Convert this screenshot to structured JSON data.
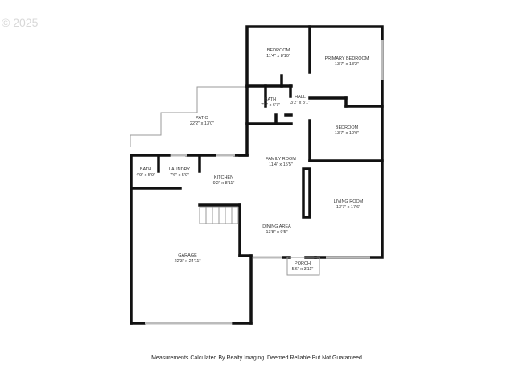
{
  "watermark": "© 2025",
  "rooms": [
    {
      "name": "BEDROOM",
      "size": "11'4\" x 8'10\""
    },
    {
      "name": "PRIMARY BEDROOM",
      "size": "13'7\" x 13'2\""
    },
    {
      "name": "BATH",
      "size": "7'9\" x 6'7\""
    },
    {
      "name": "HALL",
      "size": "3'2\" x 8'1\""
    },
    {
      "name": "PATIO",
      "size": "22'2\" x 13'0\""
    },
    {
      "name": "BEDROOM",
      "size": "13'7\" x 10'0\""
    },
    {
      "name": "FAMILY ROOM",
      "size": "11'4\" x 15'5\""
    },
    {
      "name": "BATH",
      "size": "4'9\" x 5'9\""
    },
    {
      "name": "LAUNDRY",
      "size": "7'6\" x 5'9\""
    },
    {
      "name": "KITCHEN",
      "size": "9'2\" x 8'11\""
    },
    {
      "name": "LIVING ROOM",
      "size": "13'7\" x 17'6\""
    },
    {
      "name": "DINING AREA",
      "size": "13'8\" x 9'5\""
    },
    {
      "name": "GARAGE",
      "size": "22'3\" x 24'11\""
    },
    {
      "name": "PORCH",
      "size": "5'6\" x 3'11\""
    }
  ],
  "footer": "Measurements Calculated By Realty Imaging.  Deemed Reliable But Not Guaranteed."
}
